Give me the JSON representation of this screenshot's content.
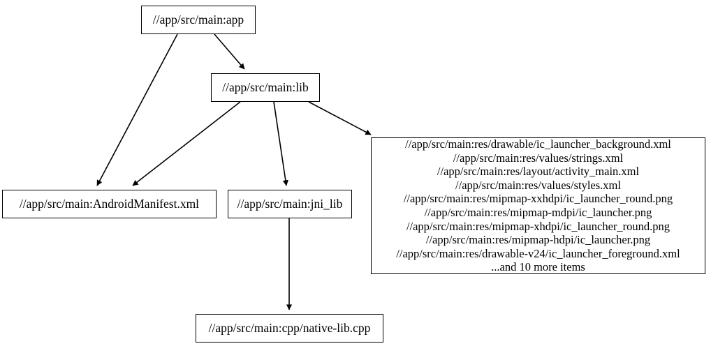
{
  "graph": {
    "type": "directed-dependency-graph",
    "background_color": "#ffffff",
    "edge_color": "#000000",
    "node_border_color": "#000000",
    "node_fill_color": "#ffffff",
    "nodes": [
      {
        "id": "app",
        "label": "//app/src/main:app"
      },
      {
        "id": "lib",
        "label": "//app/src/main:lib"
      },
      {
        "id": "manifest",
        "label": "//app/src/main:AndroidManifest.xml"
      },
      {
        "id": "jni",
        "label": "//app/src/main:jni_lib"
      },
      {
        "id": "nativelib",
        "label": "//app/src/main:cpp/native-lib.cpp"
      },
      {
        "id": "resources",
        "label": "//app/src/main:res/drawable/ic_launcher_background.xml\n//app/src/main:res/values/strings.xml\n//app/src/main:res/layout/activity_main.xml\n//app/src/main:res/values/styles.xml\n//app/src/main:res/mipmap-xxhdpi/ic_launcher_round.png\n//app/src/main:res/mipmap-mdpi/ic_launcher.png\n//app/src/main:res/mipmap-xhdpi/ic_launcher_round.png\n//app/src/main:res/mipmap-hdpi/ic_launcher.png\n//app/src/main:res/drawable-v24/ic_launcher_foreground.xml\n...and 10 more items",
        "lines": [
          "//app/src/main:res/drawable/ic_launcher_background.xml",
          "//app/src/main:res/values/strings.xml",
          "//app/src/main:res/layout/activity_main.xml",
          "//app/src/main:res/values/styles.xml",
          "//app/src/main:res/mipmap-xxhdpi/ic_launcher_round.png",
          "//app/src/main:res/mipmap-mdpi/ic_launcher.png",
          "//app/src/main:res/mipmap-xhdpi/ic_launcher_round.png",
          "//app/src/main:res/mipmap-hdpi/ic_launcher.png",
          "//app/src/main:res/drawable-v24/ic_launcher_foreground.xml",
          "...and 10 more items"
        ]
      }
    ],
    "edges": [
      {
        "from": "app",
        "to": "manifest"
      },
      {
        "from": "app",
        "to": "lib"
      },
      {
        "from": "lib",
        "to": "manifest"
      },
      {
        "from": "lib",
        "to": "jni"
      },
      {
        "from": "lib",
        "to": "resources"
      },
      {
        "from": "jni",
        "to": "nativelib"
      }
    ]
  }
}
